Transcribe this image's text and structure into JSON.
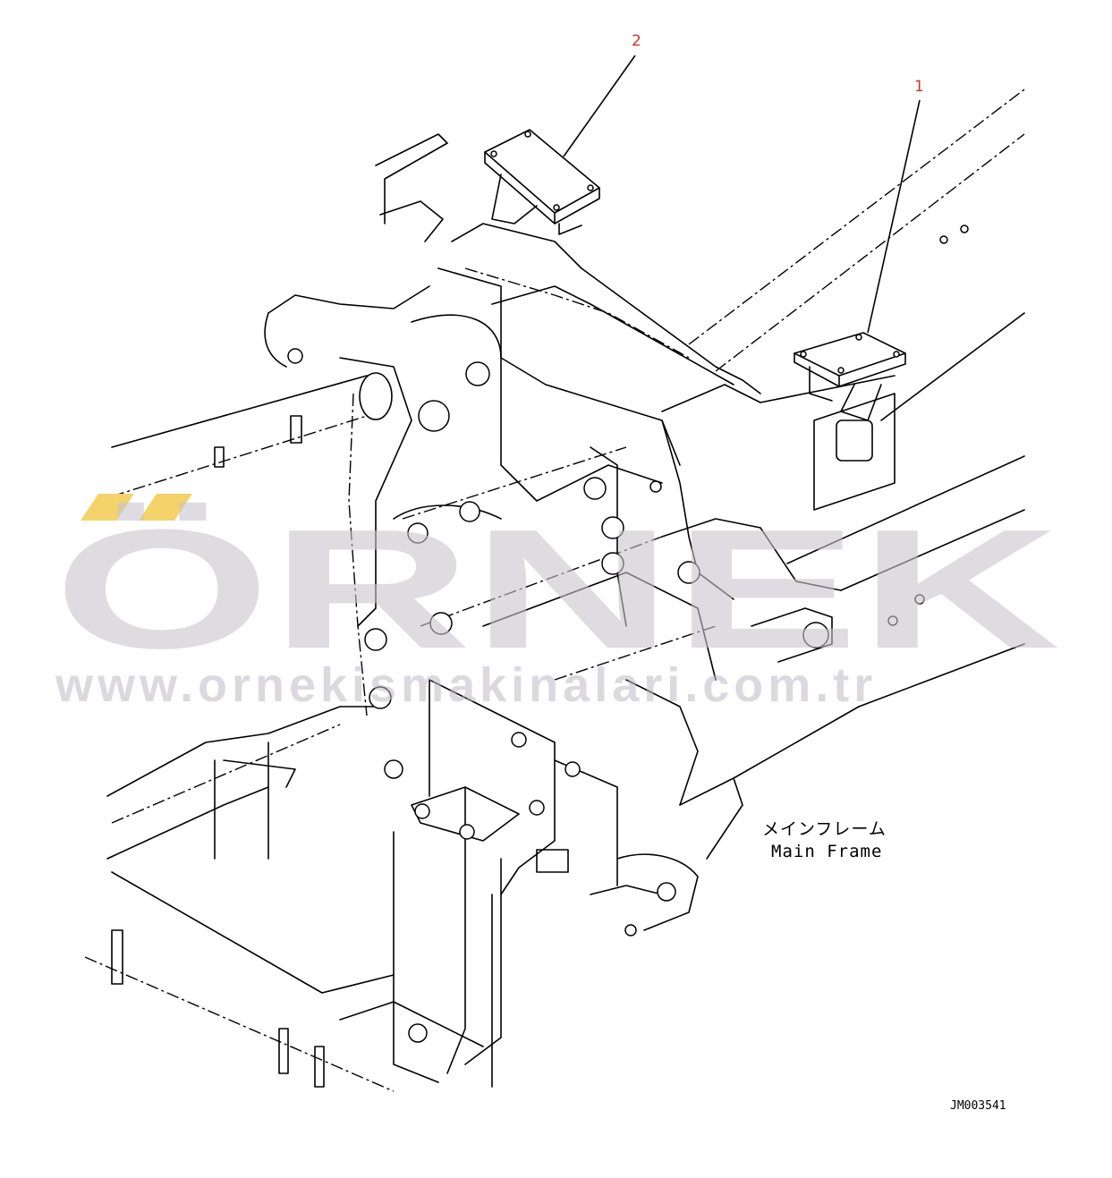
{
  "callouts": [
    {
      "number": "2"
    },
    {
      "number": "1"
    }
  ],
  "frame_label": {
    "japanese": "メインフレーム",
    "english": "Main Frame"
  },
  "drawing_code": "JM003541",
  "watermark": {
    "brand": "ÖRNEK",
    "url": "www.ornekismakinalari.com.tr",
    "color": "#cfcbd3",
    "accent_color": "#f3d36a"
  },
  "colors": {
    "line": "#000000",
    "callout_text": "#d0342c",
    "background": "#ffffff"
  }
}
